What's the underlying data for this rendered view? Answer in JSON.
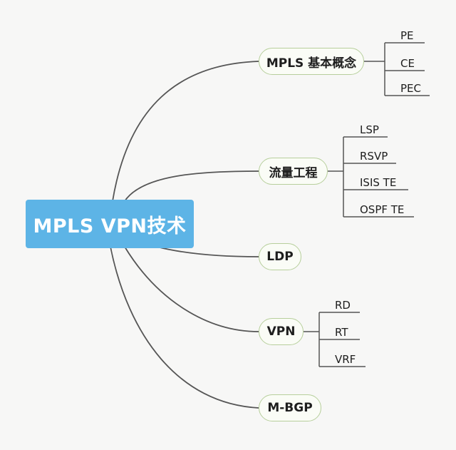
{
  "colors": {
    "root_fill": "#5db4e6",
    "root_text": "#ffffff",
    "branch_border": "#b7cf9c",
    "edge": "#555555",
    "background": "#f7f7f6"
  },
  "root": {
    "label": "MPLS VPN技术"
  },
  "branches": [
    {
      "label": "MPLS 基本概念",
      "leaves": [
        "PE",
        "CE",
        "PEC"
      ]
    },
    {
      "label": "流量工程",
      "leaves": [
        "LSP",
        "RSVP",
        "ISIS TE",
        "OSPF TE"
      ]
    },
    {
      "label": "LDP",
      "leaves": []
    },
    {
      "label": "VPN",
      "leaves": [
        "RD",
        "RT",
        "VRF"
      ]
    },
    {
      "label": "M-BGP",
      "leaves": []
    }
  ]
}
